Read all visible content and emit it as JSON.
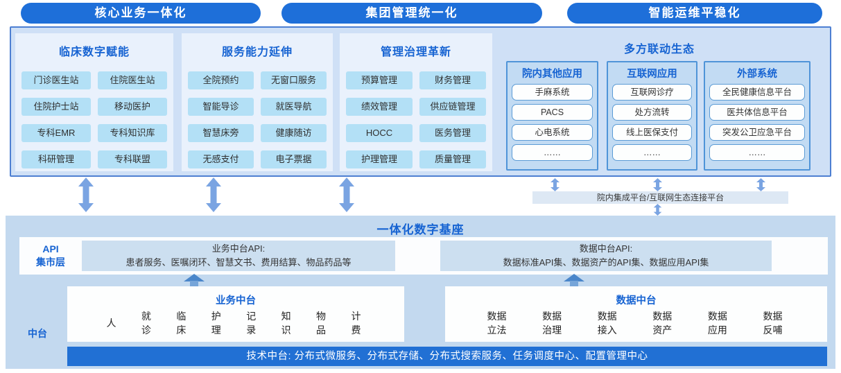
{
  "banners": [
    {
      "label": "核心业务一体化"
    },
    {
      "label": "集团管理统一化"
    },
    {
      "label": "智能运维平稳化"
    }
  ],
  "app_layer": {
    "columns": [
      {
        "title": "临床数字赋能",
        "items": [
          "门诊医生站",
          "住院医生站",
          "住院护士站",
          "移动医护",
          "专科EMR",
          "专科知识库",
          "科研管理",
          "专科联盟"
        ]
      },
      {
        "title": "服务能力延伸",
        "items": [
          "全院预约",
          "无窗口服务",
          "智能导诊",
          "就医导航",
          "智慧床旁",
          "健康随访",
          "无感支付",
          "电子票据"
        ]
      },
      {
        "title": "管理治理革新",
        "items": [
          "预算管理",
          "财务管理",
          "绩效管理",
          "供应链管理",
          "HOCC",
          "医务管理",
          "护理管理",
          "质量管理"
        ]
      }
    ],
    "ecosystem": {
      "title": "多方联动生态",
      "groups": [
        {
          "title": "院内其他应用",
          "items": [
            "手麻系统",
            "PACS",
            "心电系统",
            "……"
          ]
        },
        {
          "title": "互联网应用",
          "items": [
            "互联网诊疗",
            "处方流转",
            "线上医保支付",
            "……"
          ]
        },
        {
          "title": "外部系统",
          "items": [
            "全民健康信息平台",
            "医共体信息平台",
            "突发公卫应急平台",
            "……"
          ]
        }
      ]
    }
  },
  "connector": {
    "platform_bar": "院内集成平台/互联网生态连接平台"
  },
  "base": {
    "title": "一体化数字基座",
    "api_layer": {
      "label_line1": "API",
      "label_line2": "集市层",
      "boxes": [
        {
          "title": "业务中台API:",
          "desc": "患者服务、医嘱闭环、智慧文书、费用结算、物品药品等"
        },
        {
          "title": "数据中台API:",
          "desc": "数据标准API集、数据资产的API集、数据应用API集"
        }
      ]
    },
    "middle_layer": {
      "label": "中台",
      "platforms": [
        {
          "title": "业务中台",
          "items": [
            "人",
            "就诊",
            "临床",
            "护理",
            "记录",
            "知识",
            "物品",
            "计费"
          ]
        },
        {
          "title": "数据中台",
          "items": [
            "数据立法",
            "数据治理",
            "数据接入",
            "数据资产",
            "数据应用",
            "数据反哺"
          ]
        }
      ],
      "tech_bar": "技术中台: 分布式微服务、分布式存储、分布式搜索服务、任务调度中心、配置管理中心"
    }
  },
  "colors": {
    "pill_blue": "#1e6fd9",
    "heading_blue": "#1663d2",
    "main_box_fill": "#cfe0f6",
    "main_box_border": "#4d7fd2",
    "column_fill": "#e9f1fc",
    "chip_fill": "#b3e0f6",
    "eco_group_fill": "#c2dbf3",
    "eco_group_border": "#4f94d8",
    "arrow_blue": "#7aa4e2",
    "base_fill": "#c3d9ef",
    "api_box_fill": "#ccdff0",
    "tech_bar_blue": "#2170d4"
  }
}
